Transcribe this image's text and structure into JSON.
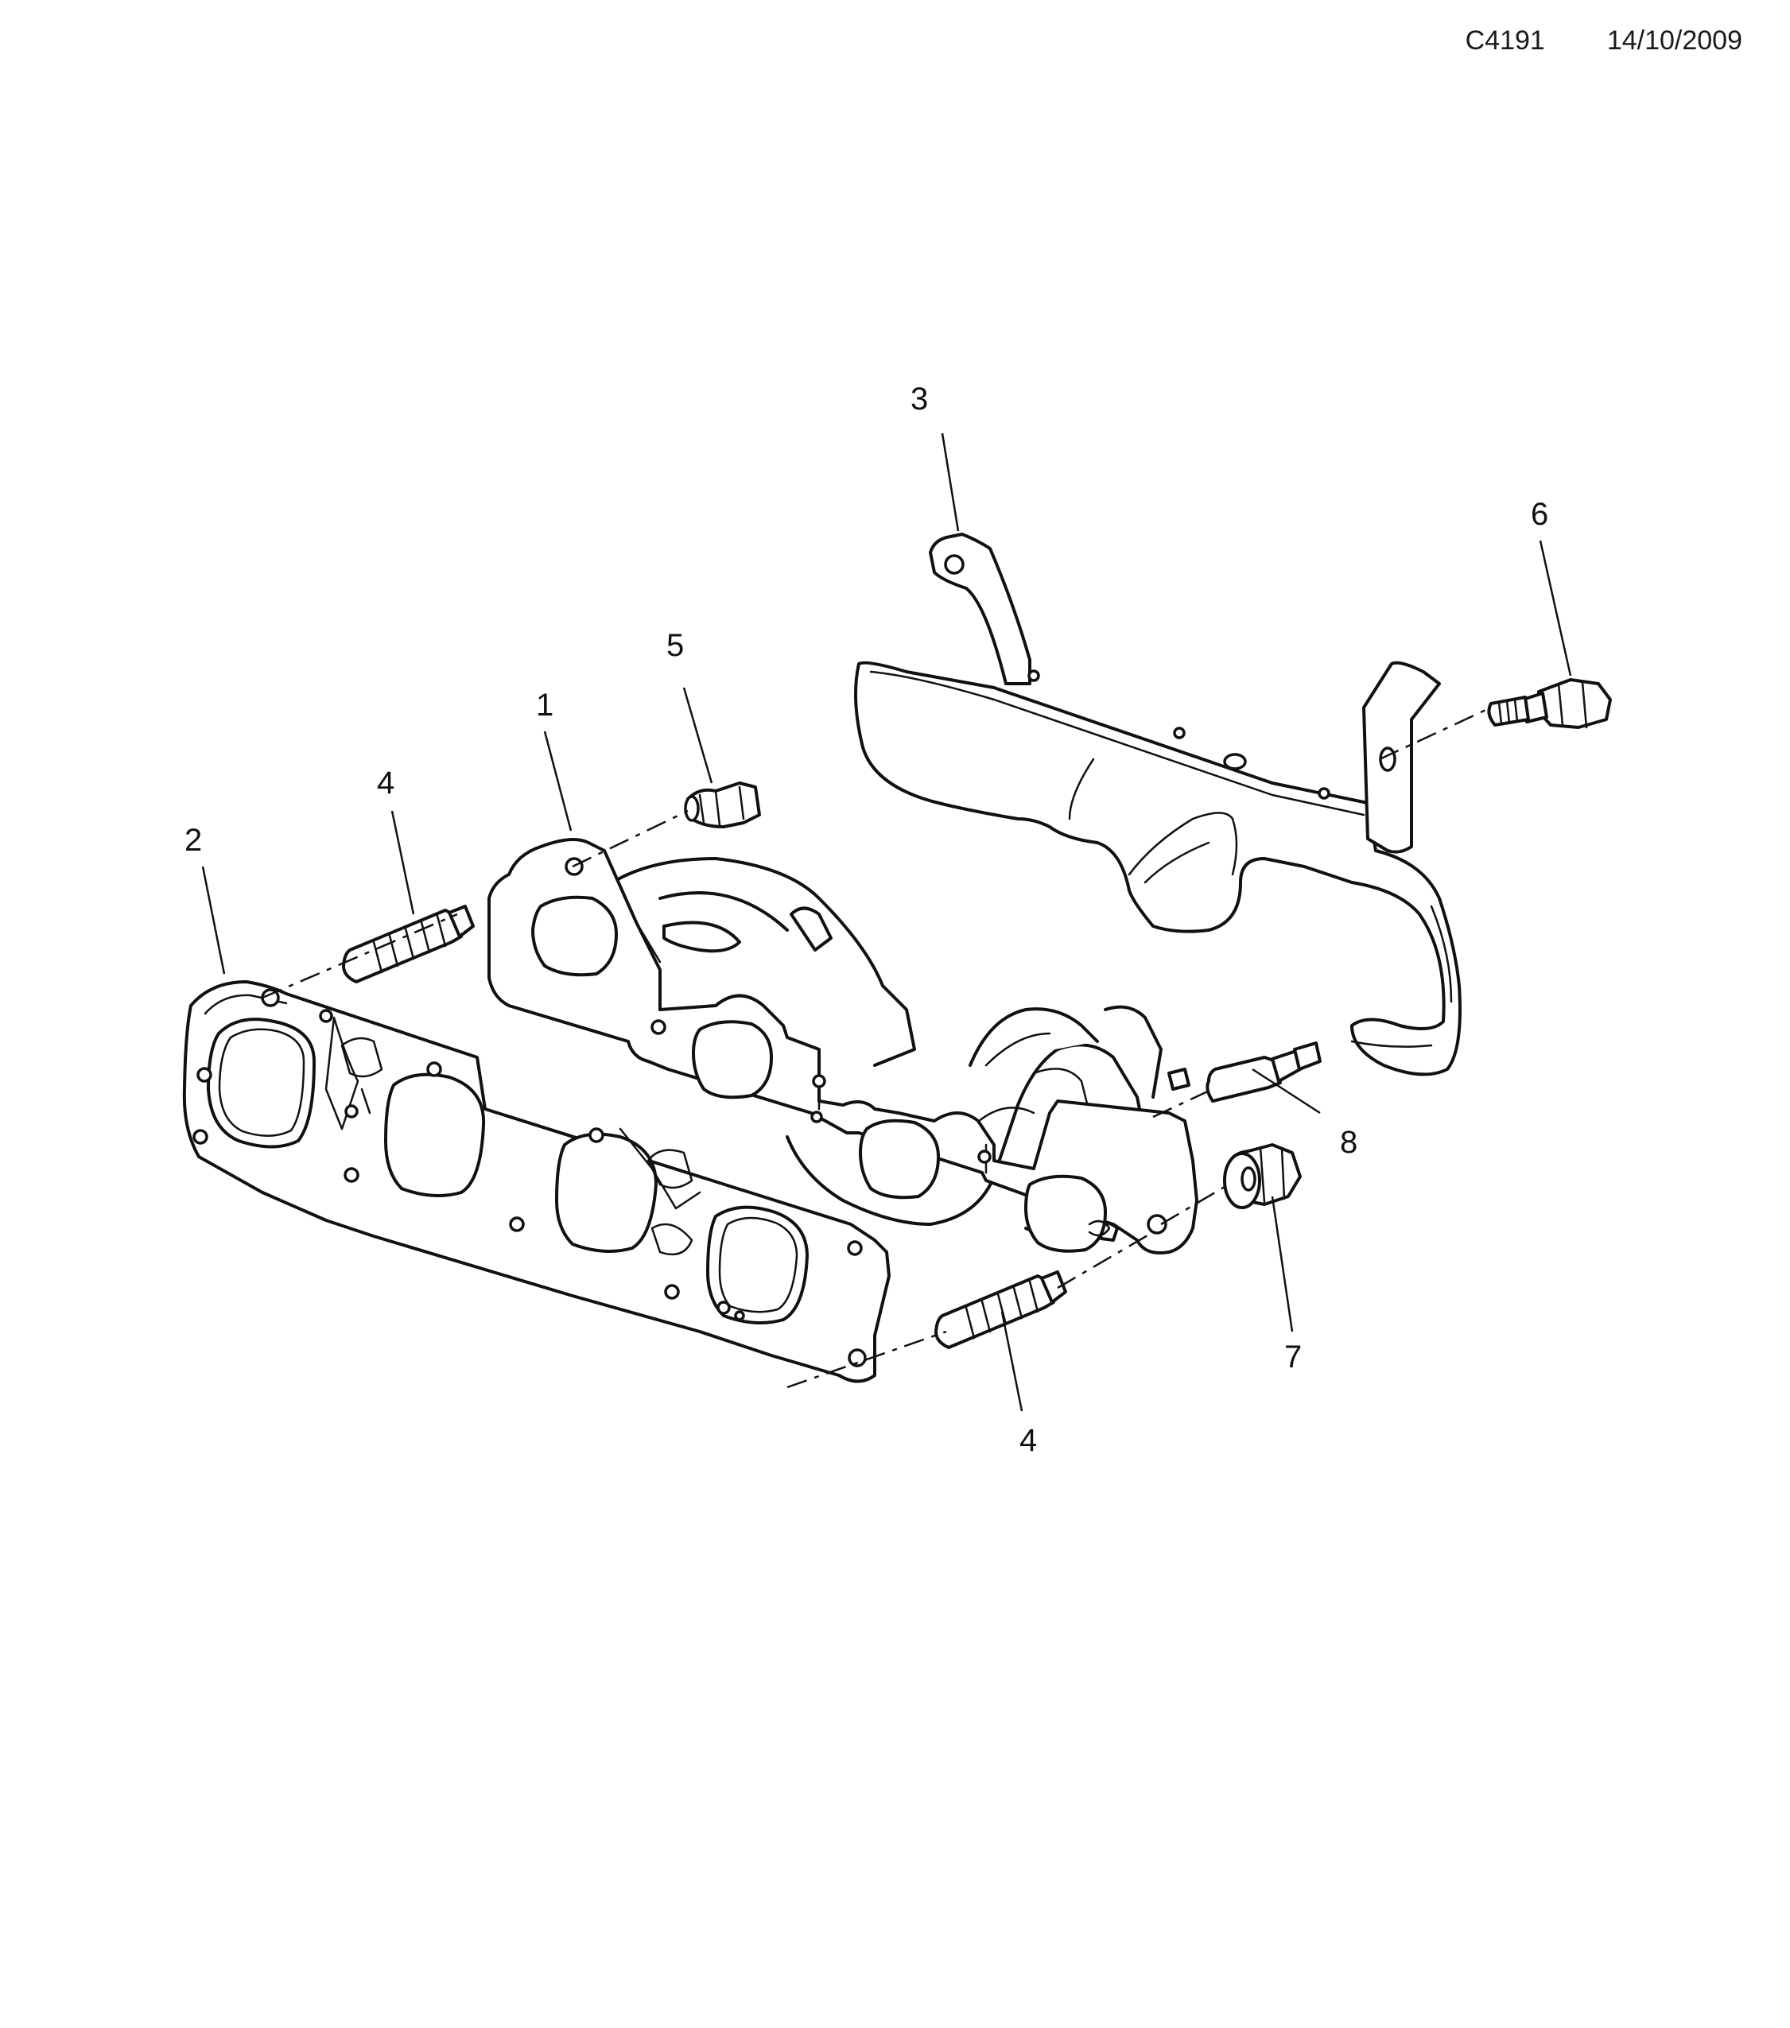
{
  "header": {
    "diagram_code": "C4191",
    "date": "14/10/2009"
  },
  "callouts": {
    "manifold": "1",
    "gasket": "2",
    "heat_shield": "3",
    "stud_left": "4",
    "stud_bottom": "4",
    "sensor_nut": "5",
    "shield_bolt": "6",
    "nut": "7",
    "stud_right": "8"
  }
}
